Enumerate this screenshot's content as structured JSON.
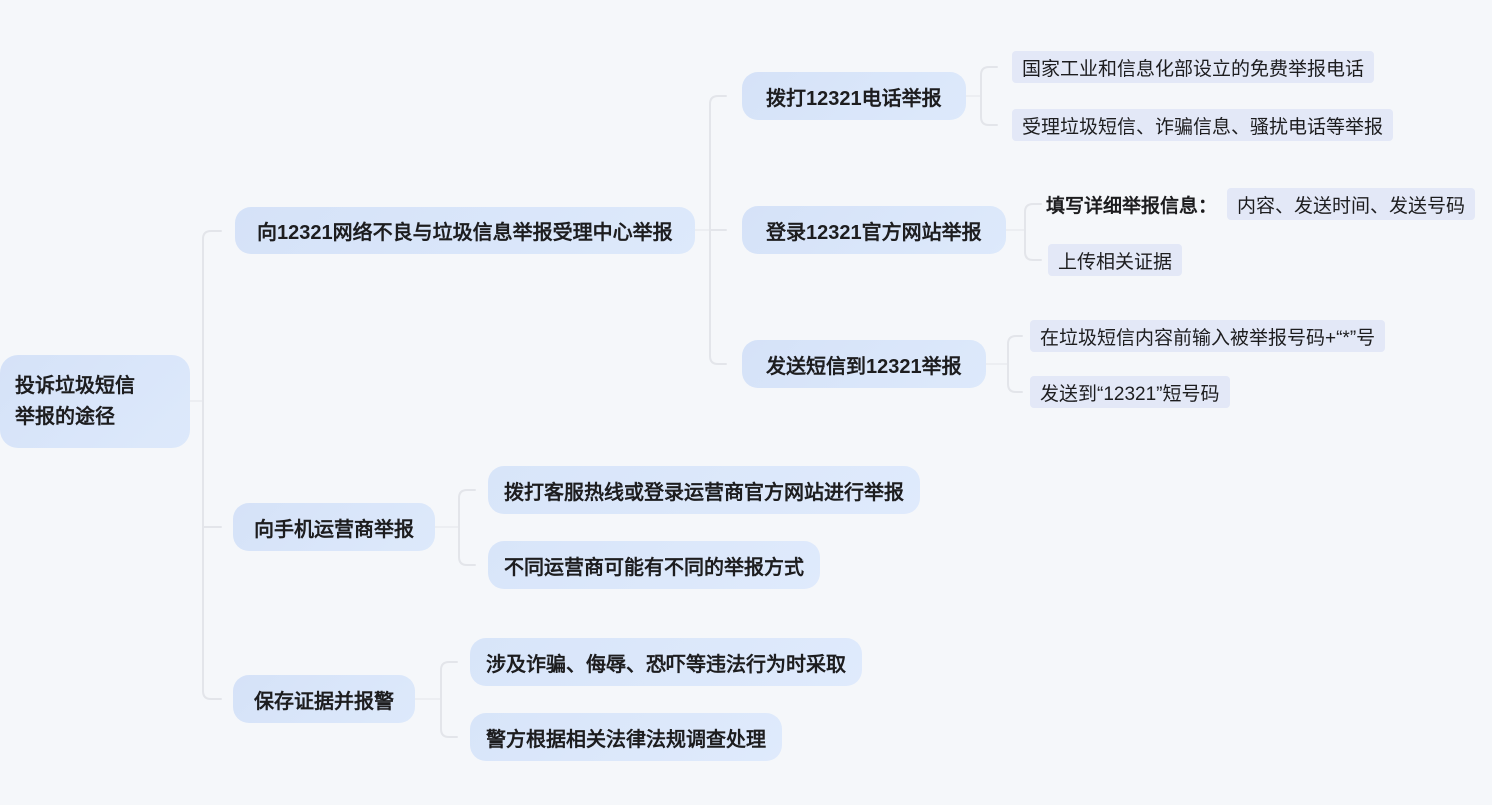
{
  "canvas": {
    "background_color": "#f5f7fa",
    "connector_color": "#e3e5ea",
    "node_fill_color": "#d8e4f8",
    "highlight_fill_color": "#e3e8f7"
  },
  "root": {
    "label": "投诉垃圾短信\n举报的途径"
  },
  "branches": [
    {
      "label": "向12321网络不良与垃圾信息举报受理中心举报",
      "children": [
        {
          "label": "拨打12321电话举报",
          "leaves": [
            {
              "text": "国家工业和信息化部设立的免费举报电话"
            },
            {
              "text": "受理垃圾短信、诈骗信息、骚扰电话等举报"
            }
          ]
        },
        {
          "label": "登录12321官方网站举报",
          "leaves": [
            {
              "prefix": "填写详细举报信息：",
              "text": "内容、发送时间、发送号码"
            },
            {
              "text": "上传相关证据"
            }
          ]
        },
        {
          "label": "发送短信到12321举报",
          "leaves": [
            {
              "text": "在垃圾短信内容前输入被举报号码+“*”号"
            },
            {
              "text": "发送到“12321”短号码"
            }
          ]
        }
      ]
    },
    {
      "label": "向手机运营商举报",
      "leaves": [
        {
          "text": "拨打客服热线或登录运营商官方网站进行举报"
        },
        {
          "text": "不同运营商可能有不同的举报方式"
        }
      ]
    },
    {
      "label": "保存证据并报警",
      "leaves": [
        {
          "text": "涉及诈骗、侮辱、恐吓等违法行为时采取"
        },
        {
          "text": "警方根据相关法律法规调查处理"
        }
      ]
    }
  ]
}
